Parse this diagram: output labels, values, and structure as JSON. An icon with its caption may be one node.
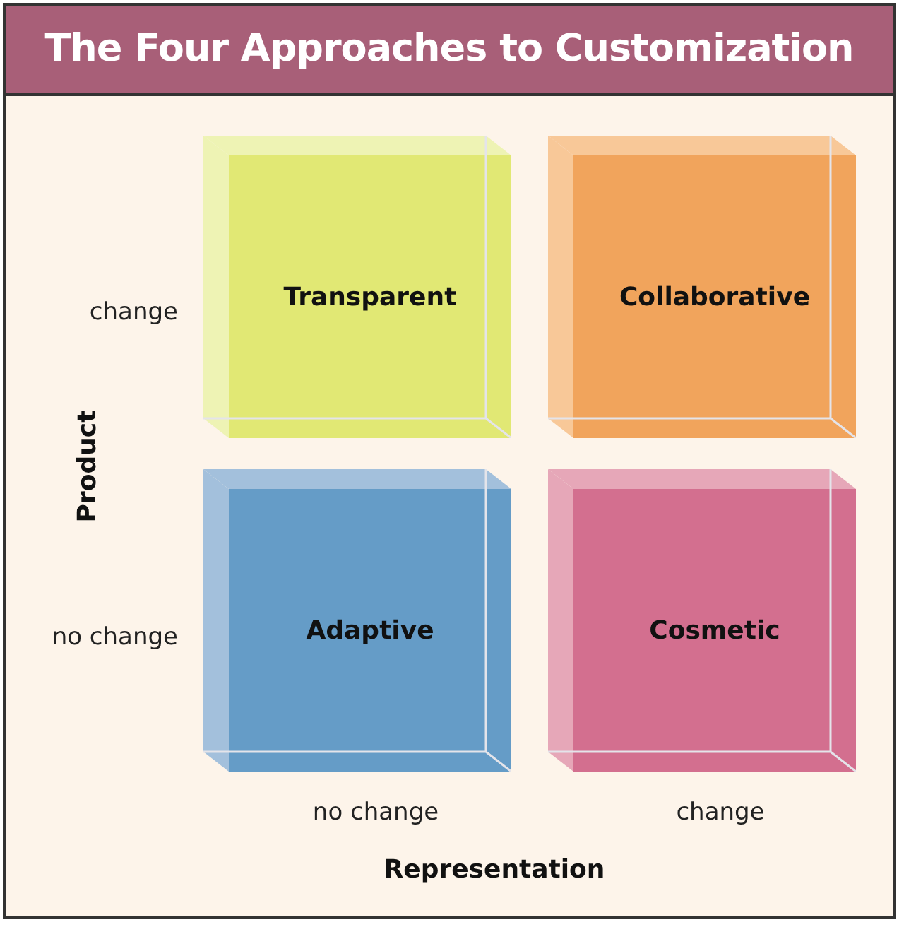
{
  "diagram": {
    "title": "The Four Approaches to Customization",
    "nodes": [
      {
        "text": [
          "Transparent"
        ]
      },
      {
        "text": [
          "Collaborative"
        ]
      },
      {
        "text": [
          "Adaptive"
        ]
      },
      {
        "text": [
          "Cosmetic"
        ]
      }
    ],
    "labels": [
      "change",
      "Product",
      "no change",
      "no change",
      "change",
      "Representation"
    ]
  }
}
